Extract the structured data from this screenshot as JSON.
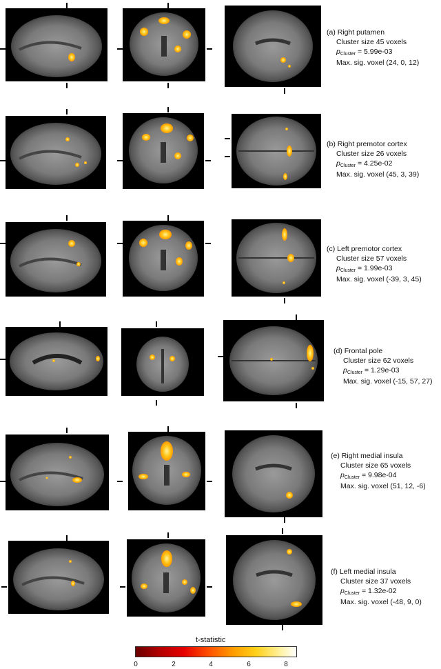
{
  "panels": [
    {
      "label": "(a) Right putamen",
      "cluster": "Cluster size 45 voxels",
      "p_symbol": "p",
      "p_sub": "Cluster",
      "p_value": "= 5.99e-03",
      "max_voxel": "Max. sig. voxel (24,  0, 12)"
    },
    {
      "label": "(b) Right premotor cortex",
      "cluster": "Cluster size 26 voxels",
      "p_symbol": "p",
      "p_sub": "Cluster",
      "p_value": "= 4.25e-02",
      "max_voxel": "Max. sig. voxel (45, 3, 39)"
    },
    {
      "label": "(c) Left premotor cortex",
      "cluster": "Cluster size 57 voxels",
      "p_symbol": "p",
      "p_sub": "Cluster",
      "p_value": "= 1.99e-03",
      "max_voxel": "Max. sig. voxel (-39,  3, 45)"
    },
    {
      "label": "(d) Frontal pole",
      "cluster": "Cluster size 62 voxels",
      "p_symbol": "p",
      "p_sub": "Cluster",
      "p_value": "= 1.29e-03",
      "max_voxel": "Max. sig. voxel (-15, 57, 27)"
    },
    {
      "label": "(e) Right medial insula",
      "cluster": "Cluster size 65 voxels",
      "p_symbol": "p",
      "p_sub": "Cluster",
      "p_value": "= 9.98e-04",
      "max_voxel": "Max. sig. voxel (51, 12, -6)"
    },
    {
      "label": "(f) Left medial insula",
      "cluster": "Cluster size 37 voxels",
      "p_symbol": "p",
      "p_sub": "Cluster",
      "p_value": "= 1.32e-02",
      "max_voxel": "Max. sig. voxel (-48, 9, 0)"
    }
  ],
  "colorbar": {
    "title": "t-statistic",
    "ticks": [
      "0",
      "2",
      "4",
      "6",
      "8"
    ],
    "colors": {
      "low": "#6b0000",
      "mid": "#ff9900",
      "high": "#ffffff"
    }
  }
}
